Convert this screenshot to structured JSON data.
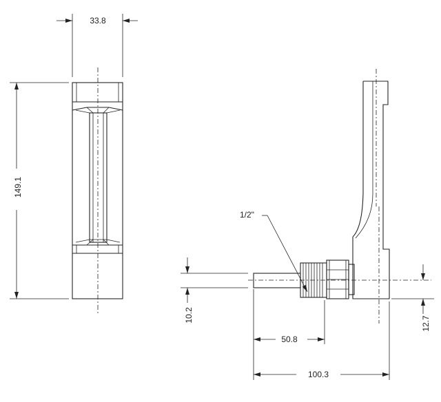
{
  "dimensions": {
    "width_top": "33.8",
    "height_left": "149.1",
    "thread_label": "1/2\"",
    "stem_dia": "10.2",
    "stem_length": "50.8",
    "overall_length": "100.3",
    "right_offset": "12.7"
  }
}
